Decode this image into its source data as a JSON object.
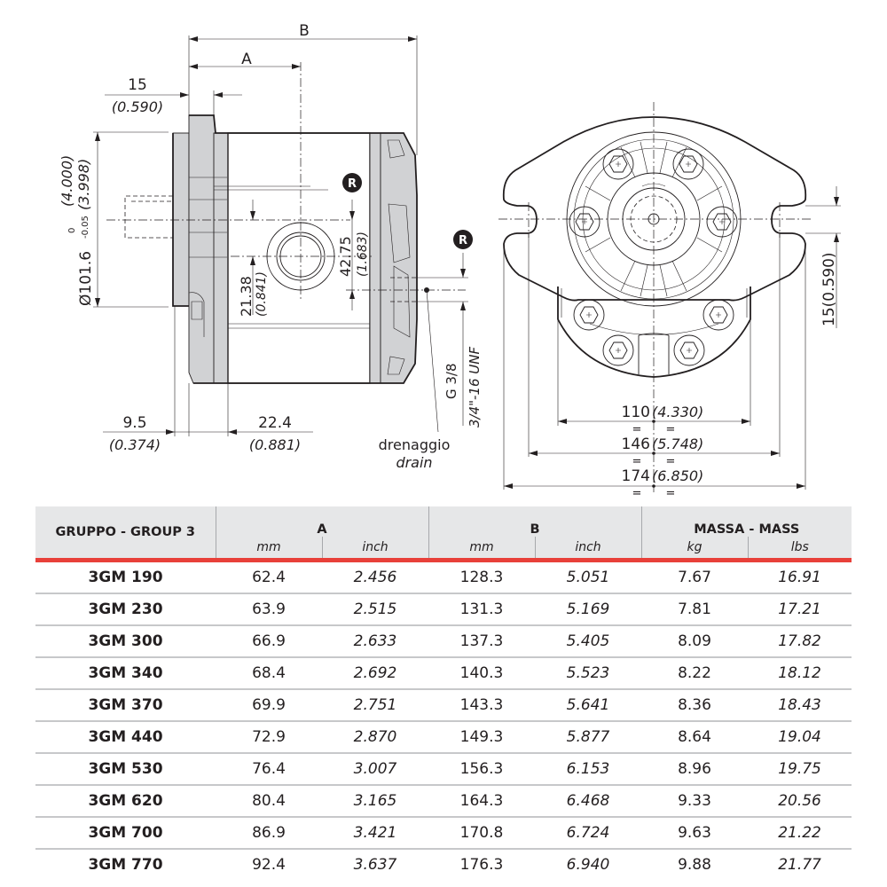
{
  "drawing": {
    "side_view": {
      "dim_B": "B",
      "dim_A": "A",
      "dim_15": "15",
      "dim_15_inch": "(0.590)",
      "dim_diameter_main": "Ø101.6",
      "dim_diameter_tol_upper": "0",
      "dim_diameter_tol_lower": "-0.05",
      "dim_diameter_inch_upper": "(4.000)",
      "dim_diameter_inch_lower": "(3.998)",
      "dim_21_38": "21.38",
      "dim_21_38_inch": "(0.841)",
      "dim_42_75": "42.75",
      "dim_42_75_inch": "(1.683)",
      "dim_9_5": "9.5",
      "dim_9_5_inch": "(0.374)",
      "dim_22_4": "22.4",
      "dim_22_4_inch": "(0.881)",
      "port_thread_g": "G 3/8",
      "port_thread_unf": "3/4\"-16 UNF",
      "drain_label_it": "drenaggio",
      "drain_label_en": "drain",
      "marker_R": "R"
    },
    "front_view": {
      "dim_110": "110",
      "dim_110_inch": "(4.330)",
      "dim_146": "146",
      "dim_146_inch": "(5.748)",
      "dim_174": "174",
      "dim_174_inch": "(6.850)",
      "dim_slot": "15(0.590)",
      "equal_mark": "="
    }
  },
  "table": {
    "group_header": "GRUPPO - GROUP 3",
    "columns": [
      {
        "label": "A",
        "units": [
          "mm",
          "inch"
        ]
      },
      {
        "label": "B",
        "units": [
          "mm",
          "inch"
        ]
      },
      {
        "label": "MASSA - MASS",
        "units": [
          "kg",
          "lbs"
        ]
      }
    ],
    "rows": [
      {
        "model": "3GM 190",
        "a_mm": "62.4",
        "a_inch": "2.456",
        "b_mm": "128.3",
        "b_inch": "5.051",
        "kg": "7.67",
        "lbs": "16.91"
      },
      {
        "model": "3GM 230",
        "a_mm": "63.9",
        "a_inch": "2.515",
        "b_mm": "131.3",
        "b_inch": "5.169",
        "kg": "7.81",
        "lbs": "17.21"
      },
      {
        "model": "3GM 300",
        "a_mm": "66.9",
        "a_inch": "2.633",
        "b_mm": "137.3",
        "b_inch": "5.405",
        "kg": "8.09",
        "lbs": "17.82"
      },
      {
        "model": "3GM 340",
        "a_mm": "68.4",
        "a_inch": "2.692",
        "b_mm": "140.3",
        "b_inch": "5.523",
        "kg": "8.22",
        "lbs": "18.12"
      },
      {
        "model": "3GM 370",
        "a_mm": "69.9",
        "a_inch": "2.751",
        "b_mm": "143.3",
        "b_inch": "5.641",
        "kg": "8.36",
        "lbs": "18.43"
      },
      {
        "model": "3GM 440",
        "a_mm": "72.9",
        "a_inch": "2.870",
        "b_mm": "149.3",
        "b_inch": "5.877",
        "kg": "8.64",
        "lbs": "19.04"
      },
      {
        "model": "3GM 530",
        "a_mm": "76.4",
        "a_inch": "3.007",
        "b_mm": "156.3",
        "b_inch": "6.153",
        "kg": "8.96",
        "lbs": "19.75"
      },
      {
        "model": "3GM 620",
        "a_mm": "80.4",
        "a_inch": "3.165",
        "b_mm": "164.3",
        "b_inch": "6.468",
        "kg": "9.33",
        "lbs": "20.56"
      },
      {
        "model": "3GM 700",
        "a_mm": "86.9",
        "a_inch": "3.421",
        "b_mm": "170.8",
        "b_inch": "6.724",
        "kg": "9.63",
        "lbs": "21.22"
      },
      {
        "model": "3GM 770",
        "a_mm": "92.4",
        "a_inch": "3.637",
        "b_mm": "176.3",
        "b_inch": "6.940",
        "kg": "9.88",
        "lbs": "21.77"
      }
    ]
  },
  "colors": {
    "accent_rule": "#e8403a",
    "header_bg": "#e6e7e8",
    "part_fill": "#d1d2d4"
  }
}
